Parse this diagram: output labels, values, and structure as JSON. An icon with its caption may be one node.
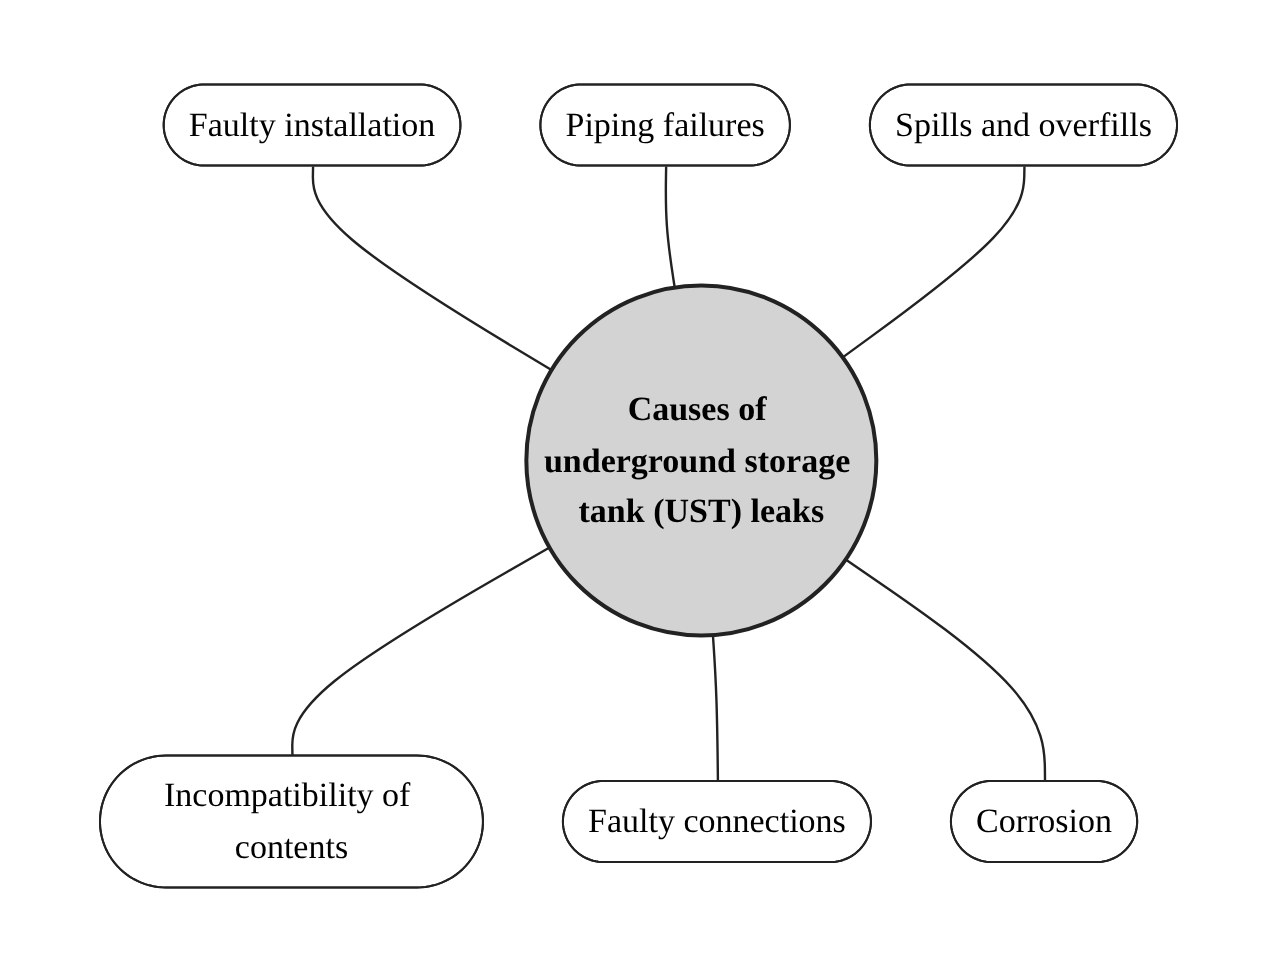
{
  "diagram": {
    "nodes": [
      {
        "text": [
          "Piping failures"
        ]
      },
      {
        "text": [
          "Faulty installation"
        ]
      },
      {
        "text": [
          "Spills and overfills"
        ]
      },
      {
        "text": [
          "Causes of underground storage tank (UST) leaks"
        ]
      },
      {
        "text": [
          "Incompatibility of contents"
        ]
      },
      {
        "text": [
          "Corrosion"
        ]
      },
      {
        "text": [
          "Faulty connections"
        ]
      }
    ],
    "edges": [
      {
        "from": 1,
        "to": 3,
        "arrow": "none"
      },
      {
        "from": 0,
        "to": 3,
        "arrow": "none"
      },
      {
        "from": 2,
        "to": 3,
        "arrow": "none"
      },
      {
        "from": 3,
        "to": 4,
        "arrow": "none"
      },
      {
        "from": 3,
        "to": 6,
        "arrow": "none"
      },
      {
        "from": 3,
        "to": 5,
        "arrow": "none"
      }
    ]
  }
}
